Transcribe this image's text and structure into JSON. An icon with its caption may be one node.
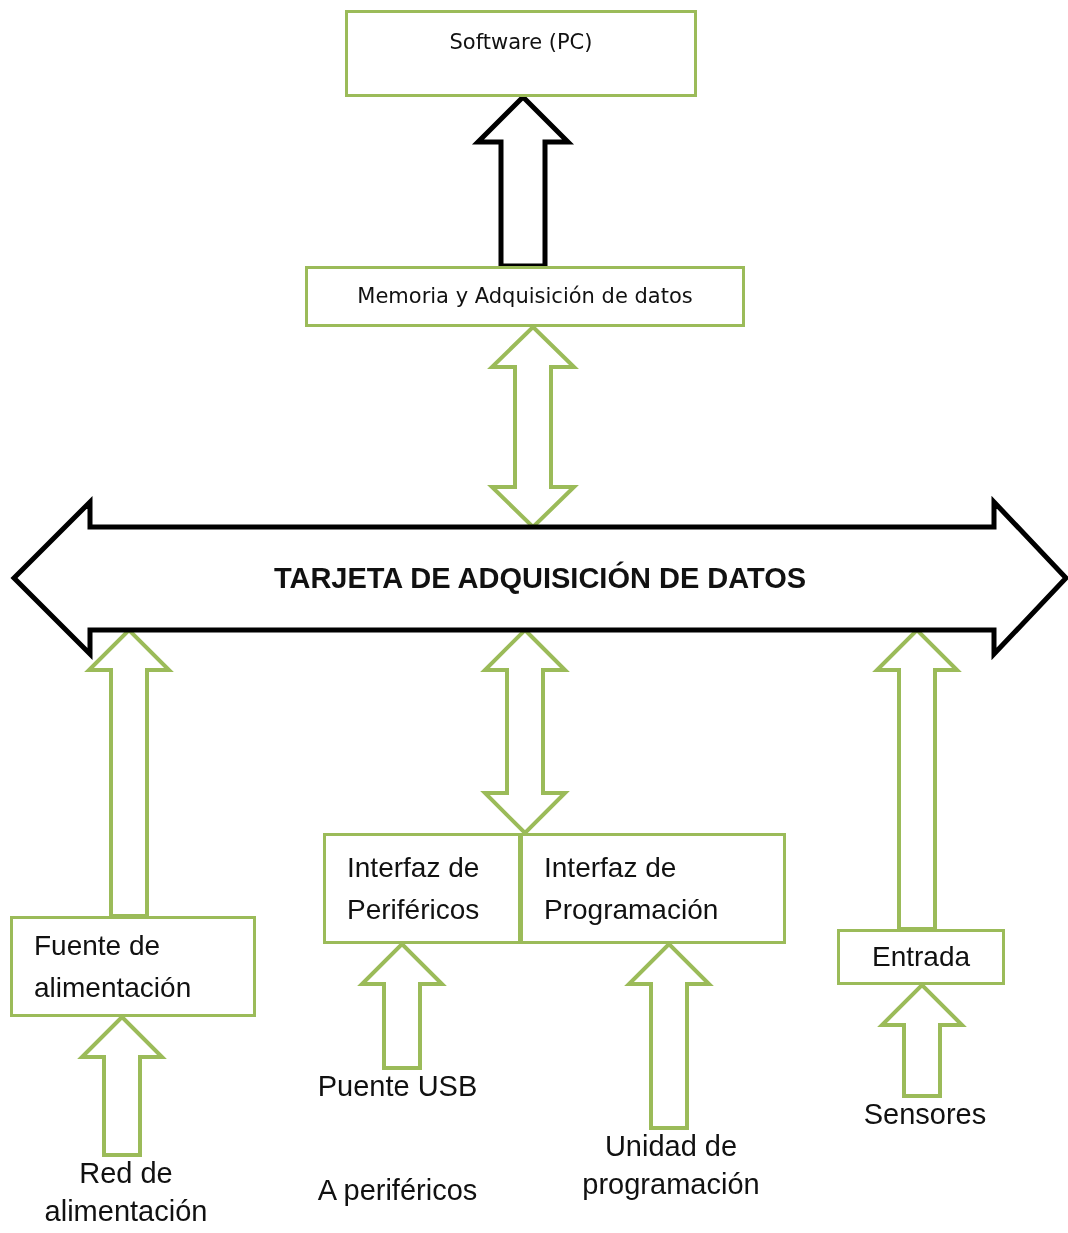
{
  "diagram": {
    "nodes": [
      {
        "text": [
          "Software (PC)"
        ]
      },
      {
        "text": [
          "Memoria y Adquisición de datos"
        ]
      },
      {
        "text": [
          "TARJETA DE ADQUISICIÓN DE DATOS"
        ]
      },
      {
        "text": [
          "Fuente de alimentación"
        ]
      },
      {
        "text": [
          "Interfaz de Periféricos"
        ]
      },
      {
        "text": [
          "Interfaz de Programación"
        ]
      },
      {
        "text": [
          "Entrada"
        ]
      },
      {
        "text": [
          "Red de alimentación"
        ]
      },
      {
        "text": [
          "Puente USB",
          "A periféricos"
        ]
      },
      {
        "text": [
          "Unidad de programación"
        ]
      },
      {
        "text": [
          "Sensores"
        ]
      }
    ],
    "edges": [
      {
        "from": 1,
        "to": 0,
        "arrow": "to",
        "color": "#000000"
      },
      {
        "from": 1,
        "to": 2,
        "arrow": "both"
      },
      {
        "from": 2,
        "to": 4,
        "arrow": "both"
      },
      {
        "from": 2,
        "to": 5,
        "arrow": "both"
      },
      {
        "from": 3,
        "to": 2,
        "arrow": "to"
      },
      {
        "from": 6,
        "to": 2,
        "arrow": "to"
      },
      {
        "from": 7,
        "to": 3,
        "arrow": "to"
      },
      {
        "from": 8,
        "to": 4,
        "arrow": "to"
      },
      {
        "from": 9,
        "to": 5,
        "arrow": "to"
      },
      {
        "from": 10,
        "to": 6,
        "arrow": "to"
      }
    ]
  }
}
